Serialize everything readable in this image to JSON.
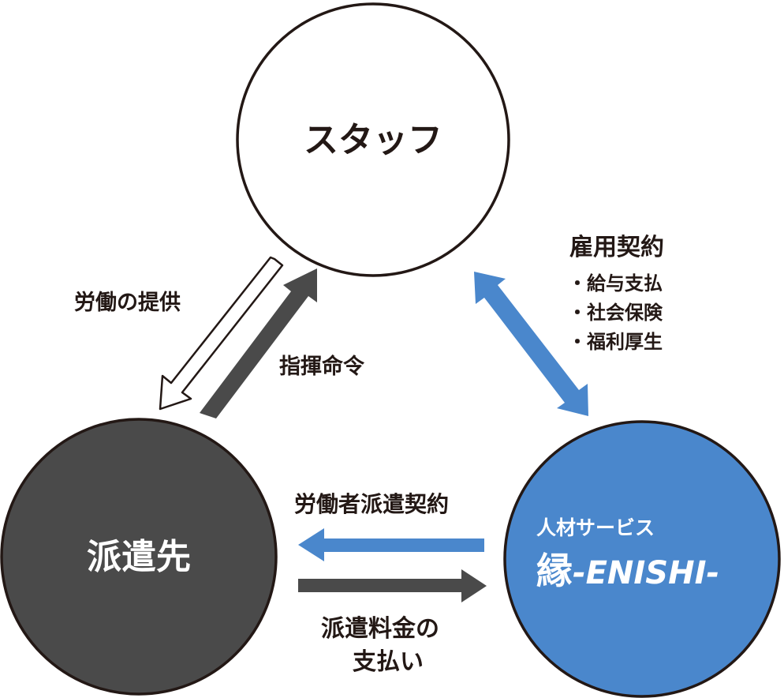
{
  "colors": {
    "staff_fill": "#ffffff",
    "client_fill": "#4a4a4a",
    "agency_fill": "#4a87cc",
    "outline": "#231815",
    "dark_arrow": "#4a4a4a",
    "blue_arrow": "#4a87cc",
    "text_dark": "#231815",
    "text_light": "#ffffff"
  },
  "nodes": {
    "staff": {
      "label": "スタッフ"
    },
    "client": {
      "label": "派遣先"
    },
    "agency": {
      "subtitle": "人材サービス",
      "kanji": "縁",
      "name": "-ENISHI-"
    }
  },
  "relations": {
    "labor_provision": {
      "label": "労働の提供",
      "direction": "staff-to-client",
      "style": "outline"
    },
    "command": {
      "label": "指揮命令",
      "direction": "client-to-staff",
      "style": "dark"
    },
    "employment": {
      "label": "雇用契約",
      "direction": "bidirectional",
      "style": "blue",
      "items": [
        "・給与支払",
        "・社会保険",
        "・福利厚生"
      ]
    },
    "dispatch_contract": {
      "label": "労働者派遣契約",
      "direction": "agency-to-client",
      "style": "blue"
    },
    "payment": {
      "label_line1": "派遣料金の",
      "label_line2": "支払い",
      "direction": "client-to-agency",
      "style": "dark"
    }
  }
}
